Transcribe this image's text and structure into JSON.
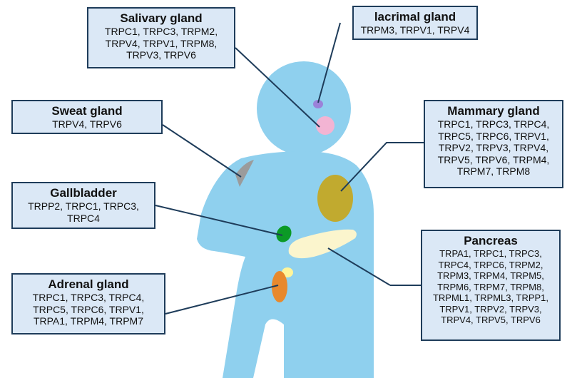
{
  "colors": {
    "body": "#8fd0ee",
    "box_fill": "#dbe8f6",
    "box_border": "#1e3c5a",
    "leader_line": "#1e3c5a",
    "lacrimal": "#9b82d9",
    "salivary": "#f3b4d3",
    "sweat": "#9b9b9b",
    "mammary": "#c1aa2f",
    "gallbladder": "#0b9a26",
    "pancreas": "#fbf5cd",
    "adrenal": "#e8892c",
    "adrenal_cap": "#fff59a"
  },
  "glands": {
    "salivary": {
      "title": "Salivary gland",
      "genes": [
        "TRPC1, TRPC3, TRPM2,",
        "TRPV4, TRPV1, TRPM8,",
        "TRPV3, TRPV6"
      ]
    },
    "lacrimal": {
      "title": "lacrimal gland",
      "genes": [
        "TRPM3, TRPV1, TRPV4"
      ]
    },
    "sweat": {
      "title": "Sweat gland",
      "genes": [
        "TRPV4, TRPV6"
      ]
    },
    "mammary": {
      "title": "Mammary gland",
      "genes": [
        "TRPC1, TRPC3, TRPC4,",
        "TRPC5, TRPC6, TRPV1,",
        "TRPV2, TRPV3, TRPV4,",
        "TRPV5, TRPV6, TRPM4,",
        "TRPM7, TRPM8"
      ]
    },
    "gallbladder": {
      "title": "Gallbladder",
      "genes": [
        "TRPP2, TRPC1, TRPC3,",
        "TRPC4"
      ]
    },
    "pancreas": {
      "title": "Pancreas",
      "genes": [
        "TRPA1, TRPC1, TRPC3,",
        "TRPC4, TRPC6, TRPM2,",
        "TRPM3, TRPM4, TRPM5,",
        "TRPM6, TRPM7, TRPM8,",
        "TRPML1, TRPML3, TRPP1,",
        "TRPV1, TRPV2, TRPV3,",
        "TRPV4, TRPV5, TRPV6"
      ]
    },
    "adrenal": {
      "title": "Adrenal gland",
      "genes": [
        "TRPC1, TRPC3, TRPC4,",
        "TRPC5, TRPC6, TRPV1,",
        "TRPA1, TRPM4, TRPM7"
      ]
    }
  }
}
